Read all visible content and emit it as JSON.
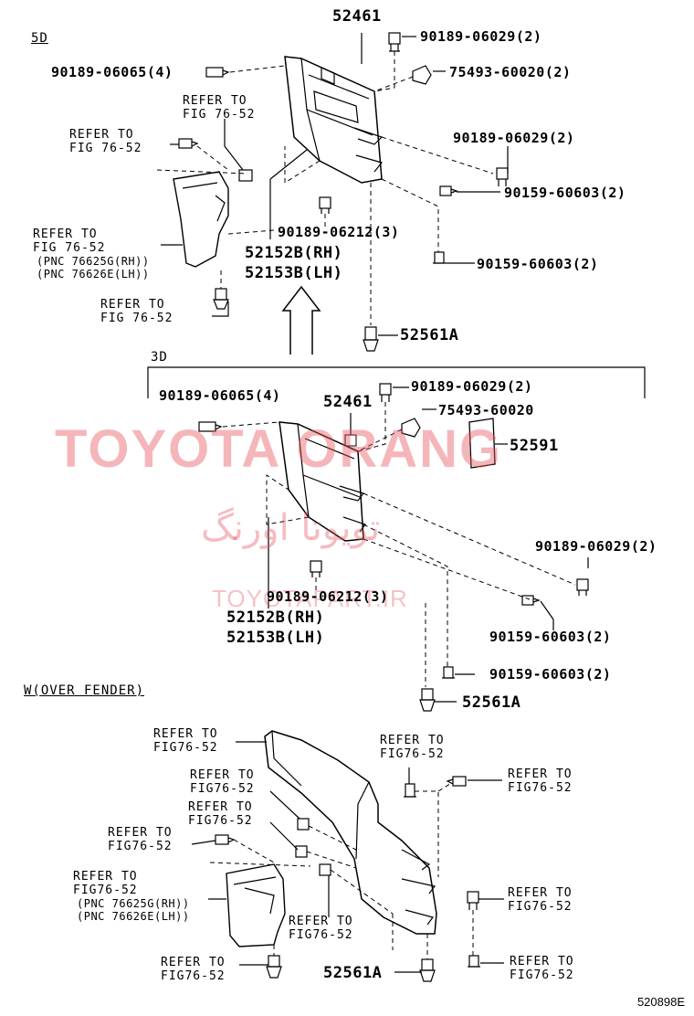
{
  "sections": {
    "s5d": "5D",
    "s3d": "3D",
    "sw": "W(OVER FENDER)"
  },
  "labels": {
    "l1": "52461",
    "l2": "90189-06029(2)",
    "l3": "90189-06065(4)",
    "l4": "75493-60020(2)",
    "l5": "REFER TO",
    "l5b": "FIG 76-52",
    "l6": "REFER TO",
    "l6b": "FIG 76-52",
    "l7": "90189-06029(2)",
    "l8": "90159-60603(2)",
    "l9": "REFER TO",
    "l9b": "FIG 76-52",
    "l9c": "(PNC 76625G(RH))",
    "l9d": "(PNC 76626E(LH))",
    "l10": "90189-06212(3)",
    "l11": "52152B(RH)",
    "l11b": "52153B(LH)",
    "l12": "90159-60603(2)",
    "l13": "REFER TO",
    "l13b": "FIG 76-52",
    "l14": "52561A",
    "m1": "90189-06065(4)",
    "m2": "90189-06029(2)",
    "m3": "52461",
    "m4": "75493-60020",
    "m5": "52591",
    "m6": "90189-06029(2)",
    "m7": "90189-06212(3)",
    "m8": "52152B(RH)",
    "m8b": "52153B(LH)",
    "m9": "90159-60603(2)",
    "m10": "90159-60603(2)",
    "m11": "52561A",
    "b1": "REFER TO",
    "b1b": "FIG76-52",
    "b2": "REFER TO",
    "b2b": "FIG76-52",
    "b3": "REFER TO",
    "b3b": "FIG76-52",
    "b4": "REFER TO",
    "b4b": "FIG76-52",
    "b5": "REFER TO",
    "b5b": "FIG76-52",
    "b6": "REFER TO",
    "b6b": "FIG76-52",
    "b7": "REFER TO",
    "b7b": "FIG76-52",
    "b7c": "(PNC 76625G(RH))",
    "b7d": "(PNC 76626E(LH))",
    "b8": "REFER TO",
    "b8b": "FIG76-52",
    "b9": "REFER TO",
    "b9b": "FIG76-52",
    "b10": "REFER TO",
    "b10b": "FIG76-52",
    "b11": "52561A",
    "b12": "REFER TO",
    "b12b": "FIG76-52"
  },
  "watermark": {
    "latin": "TOYOTA ORANG",
    "persian": "تویوتا اورنگ",
    "site": "TOYOTAPART.IR"
  },
  "drawing_code": "520898E"
}
